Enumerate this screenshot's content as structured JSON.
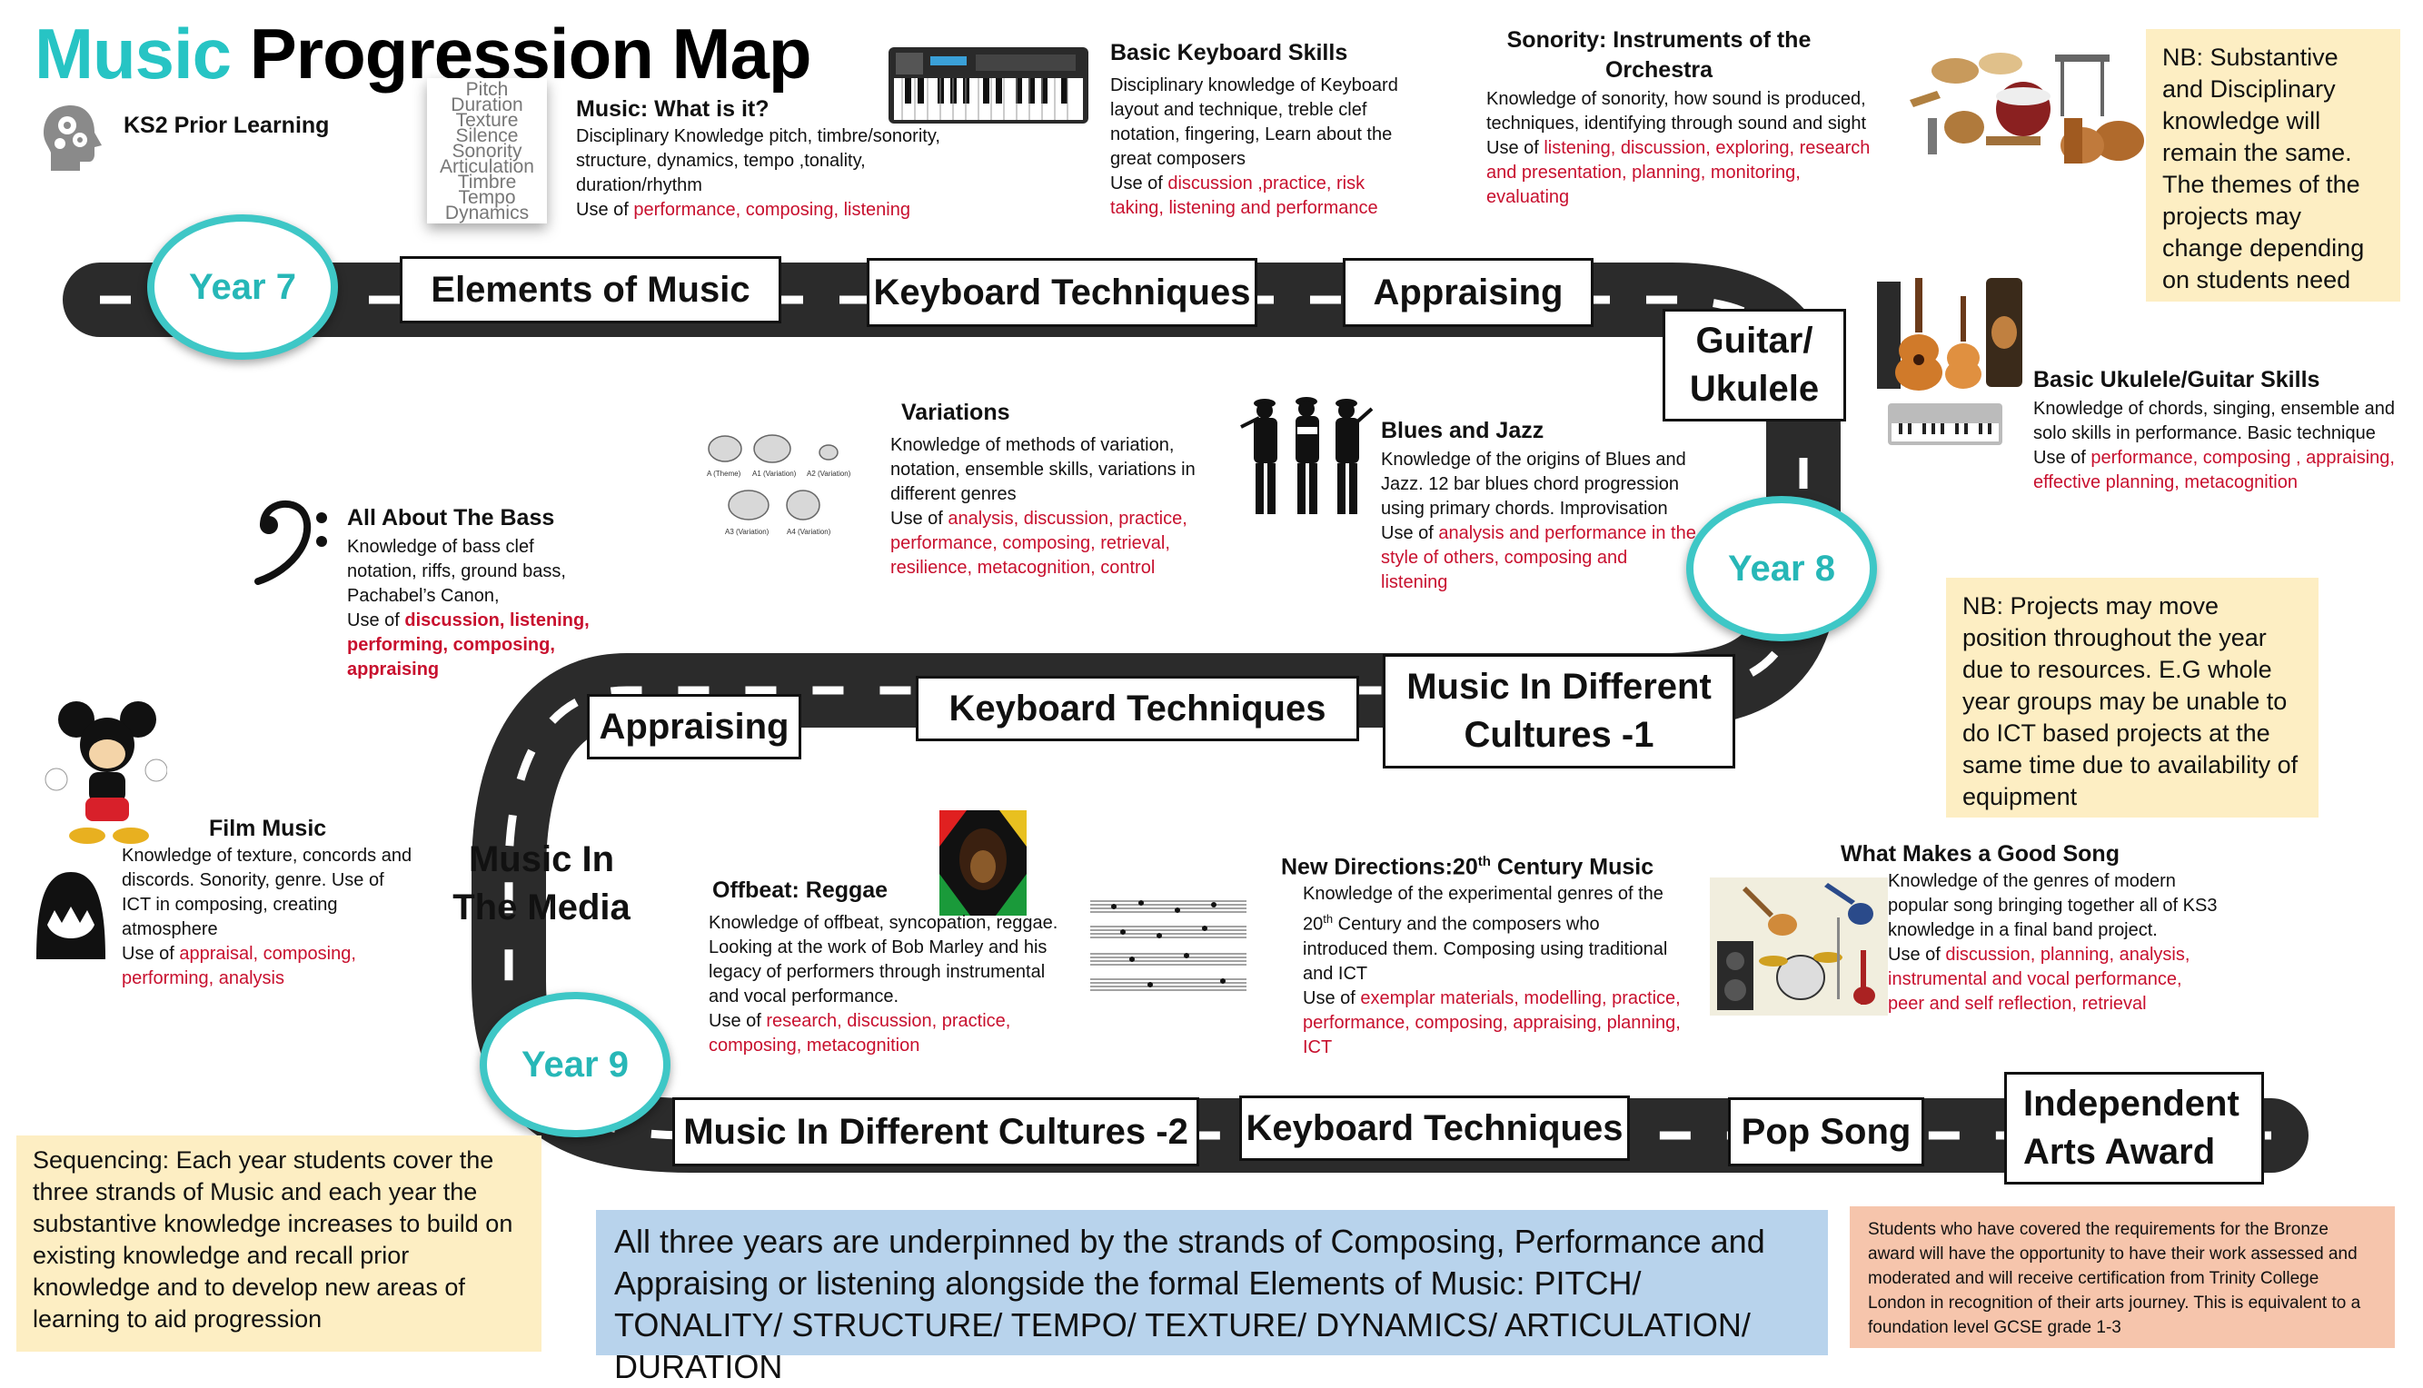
{
  "title": {
    "part1": "Music",
    "part2": "Progression Map"
  },
  "ks2": "KS2 Prior Learning",
  "word_cloud": [
    "Pitch",
    "Duration",
    "Texture",
    "Silence",
    "Sonority",
    "Articulation",
    "Timbre",
    "Tempo",
    "Dynamics"
  ],
  "years": {
    "y7": "Year 7",
    "y8": "Year 8",
    "y9": "Year 9"
  },
  "boxes": {
    "elements": "Elements of Music",
    "keyboard7": "Keyboard Techniques",
    "appraising7": "Appraising",
    "guitar": [
      "Guitar/",
      "Ukulele"
    ],
    "cultures1": [
      "Music In Different",
      "Cultures -1"
    ],
    "keyboard8": "Keyboard Techniques",
    "appraising8": "Appraising",
    "media": [
      "Music In",
      "The Media"
    ],
    "cultures2": "Music In Different Cultures -2",
    "keyboard9": "Keyboard Techniques",
    "popsong": "Pop Song",
    "arts": [
      "Independent",
      "Arts Award"
    ]
  },
  "topics": {
    "what_is_it": {
      "title": "Music: What is it?",
      "body": "Disciplinary Knowledge pitch, timbre/sonority, structure, dynamics, tempo ,tonality, duration/rhythm",
      "use_prefix": "Use of ",
      "use": "performance, composing, listening"
    },
    "keyboard_skills": {
      "title": "Basic Keyboard Skills",
      "body": "Disciplinary knowledge of Keyboard layout and technique, treble clef notation, fingering, Learn about the great composers",
      "use_prefix": "Use of ",
      "use": "discussion ,practice, risk taking,  listening and performance"
    },
    "sonority": {
      "title1": "Sonority: Instruments of the",
      "title2": "Orchestra",
      "body": "Knowledge of sonority, how sound is produced, techniques, identifying through sound and sight",
      "use_prefix": "Use of ",
      "use": "listening, discussion, exploring, research and presentation, planning, monitoring, evaluating"
    },
    "ukulele": {
      "title": "Basic Ukulele/Guitar Skills",
      "body": "Knowledge of chords, singing, ensemble and solo skills in performance. Basic technique",
      "use_prefix": "Use of ",
      "use": "performance, composing , appraising, effective planning, metacognition"
    },
    "variations": {
      "title": "Variations",
      "body": "Knowledge of methods of variation, notation, ensemble skills, variations in different genres",
      "use_prefix": "Use of ",
      "use": "analysis, discussion, practice, performance, composing, retrieval, resilience, metacognition, control"
    },
    "blues": {
      "title": "Blues and Jazz",
      "body": "Knowledge of the origins of Blues and Jazz. 12 bar blues chord progression using primary chords. Improvisation",
      "use_prefix": "Use of ",
      "use": "analysis and performance in the style of others, composing and listening"
    },
    "bass": {
      "title": "All About The Bass",
      "body": "Knowledge of bass clef notation, riffs, ground bass, Pachabel’s Canon,",
      "use_prefix": "Use of ",
      "use": "discussion, listening, performing, composing, appraising"
    },
    "film": {
      "title": "Film Music",
      "body": "Knowledge of texture, concords and discords. Sonority, genre. Use of ICT in composing, creating atmosphere",
      "use_prefix": "Use of ",
      "use": "appraisal, composing, performing, analysis"
    },
    "reggae": {
      "title": "Offbeat: Reggae",
      "body": "Knowledge of offbeat, syncopation, reggae. Looking at the work of Bob Marley and his legacy of performers through instrumental and vocal performance.",
      "use_prefix": "Use of ",
      "use": "research, discussion, practice, composing, metacognition"
    },
    "new_directions": {
      "title": "New Directions:20",
      "sup": "th",
      "title_end": " Century Music",
      "body1": "Knowledge of the experimental genres of the 20",
      "body_sup": "th",
      "body2": " Century and the composers who introduced them. Composing using traditional and ICT",
      "use_prefix": "Use of ",
      "use": "exemplar materials, modelling, practice, performance, composing, appraising, planning, ICT"
    },
    "good_song": {
      "title": "What Makes a Good Song",
      "body": "Knowledge of the genres of modern popular song bringing together all of KS3 knowledge in a final band project.",
      "use_prefix": "Use of ",
      "use": "discussion, planning, analysis, instrumental and vocal performance, peer and self reflection, retrieval"
    }
  },
  "variation_labels": [
    "A (Theme)",
    "A1 (Variation)",
    "A2 (Variation)",
    "A3 (Variation)",
    "A4 (Variation)"
  ],
  "notes": {
    "nb1": "NB: Substantive and Disciplinary knowledge will remain the same. The themes of the projects may change depending on students need",
    "nb2": "NB: Projects may move position throughout the year due to resources. E.G whole year groups may be unable to do ICT based projects at the same time due to availability of equipment",
    "sequencing": "Sequencing: Each year students  cover the three strands of Music and each year the substantive knowledge increases to build on existing knowledge and recall prior knowledge and to develop new areas of learning to aid progression",
    "underpinned": "All three years are underpinned by the strands of Composing, Performance and Appraising or listening alongside the  formal Elements of Music: PITCH/ TONALITY/ STRUCTURE/ TEMPO/ TEXTURE/ DYNAMICS/ ARTICULATION/ DURATION",
    "bronze": "Students who have covered the requirements for the Bronze award will have the opportunity to have their work assessed and moderated and will receive certification from Trinity College London in recognition of their arts journey. This is equivalent to a foundation level GCSE grade 1-3"
  },
  "colors": {
    "accent": "#27c4c4",
    "road": "#2b2b2b",
    "highlight": "#c8102e",
    "note_bg": "#fdeec3",
    "blue_bg": "#b8d3ec",
    "peach_bg": "#f6c5ac"
  },
  "icons": [
    "head-gears-icon",
    "keyboard-icon",
    "orchestra-instruments-icon",
    "guitar-ukulele-icon",
    "elephants-icon",
    "jazz-band-icon",
    "bass-clef-icon",
    "mickey-mouse-icon",
    "shark-jaws-icon",
    "bob-marley-icon",
    "sheet-music-icon",
    "band-instruments-icon"
  ]
}
